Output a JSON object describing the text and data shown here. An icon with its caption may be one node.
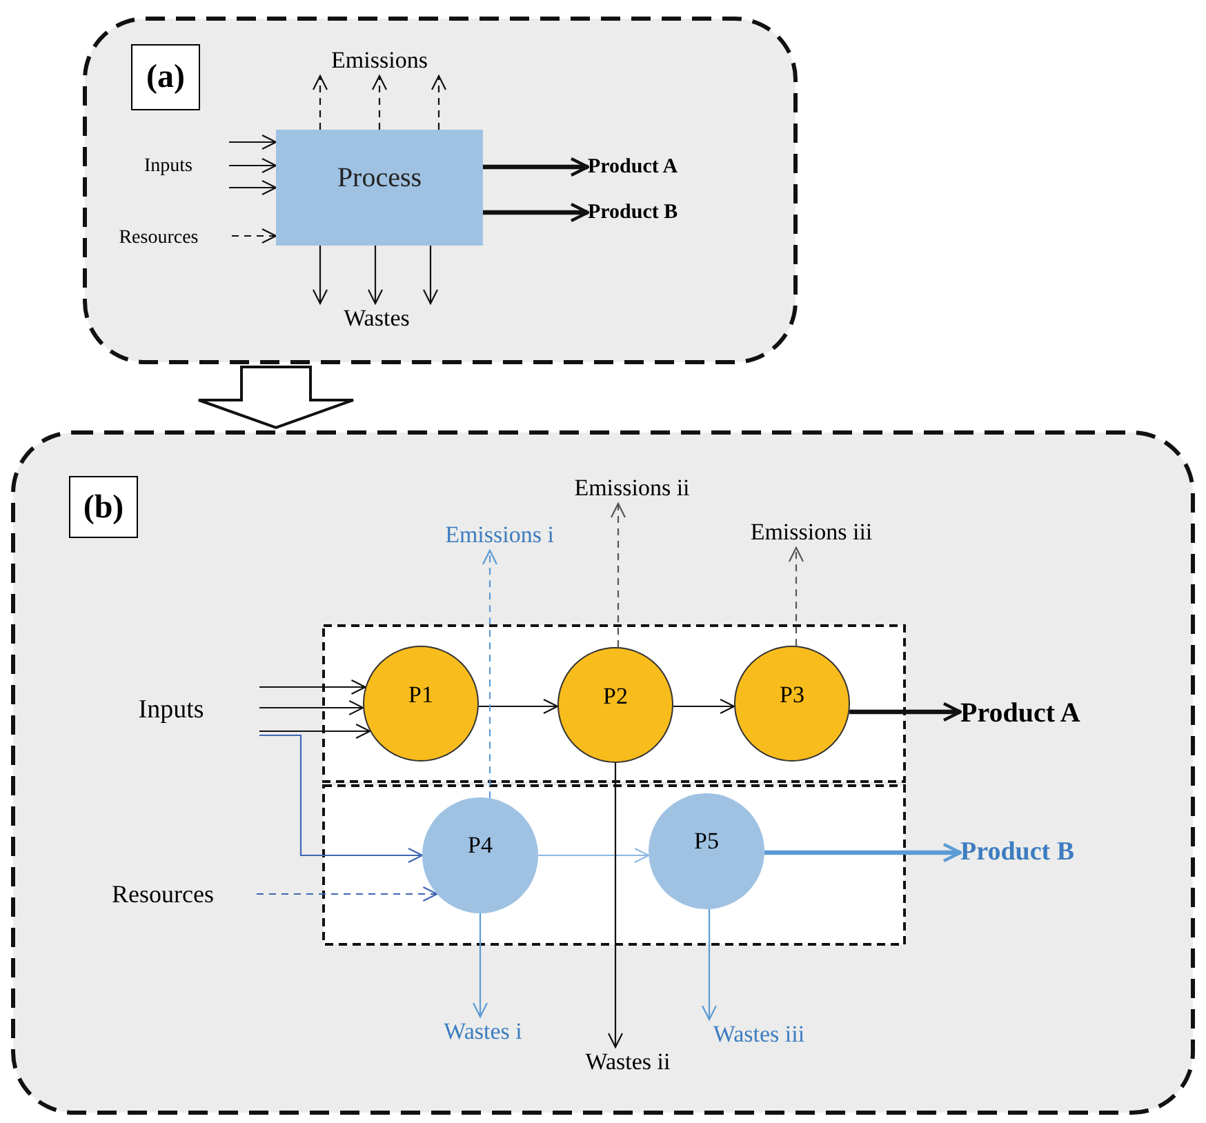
{
  "diagram": {
    "nodes": [
      {
        "text": [],
        "shape": "box"
      },
      {
        "text": [
          "(a)"
        ],
        "in": 0
      },
      {
        "text": [
          "Inputs"
        ],
        "in": 0
      },
      {
        "text": [
          "Resources"
        ],
        "in": 0
      },
      {
        "text": [
          "Process"
        ],
        "in": 0
      },
      {
        "text": [
          "Product A"
        ],
        "in": 0
      },
      {
        "text": [
          "Product B"
        ],
        "in": 0
      },
      {
        "text": [
          "Emissions"
        ],
        "in": 0
      },
      {
        "text": [
          "Wastes"
        ],
        "in": 0
      },
      {
        "text": [],
        "shape": "box"
      },
      {
        "text": [
          "(b)"
        ],
        "in": 9
      },
      {
        "text": [
          "Emissions i"
        ],
        "in": 9
      },
      {
        "text": [
          "Emissions ii"
        ],
        "in": 9
      },
      {
        "text": [
          "Emissions iii"
        ],
        "in": 9
      },
      {
        "text": [
          "Inputs"
        ],
        "in": 9
      },
      {
        "text": [
          "Resources"
        ],
        "in": 9
      },
      {
        "text": [],
        "shape": "box",
        "in": 9
      },
      {
        "text": [
          "P1"
        ],
        "in": 16
      },
      {
        "text": [
          "P2"
        ],
        "in": 16
      },
      {
        "text": [
          "P3"
        ],
        "in": 16
      },
      {
        "text": [],
        "shape": "box",
        "in": 9
      },
      {
        "text": [
          "P4"
        ],
        "in": 20
      },
      {
        "text": [
          "P5"
        ],
        "in": 20
      },
      {
        "text": [
          "Product A"
        ],
        "in": 9
      },
      {
        "text": [
          "Product B"
        ],
        "in": 9
      },
      {
        "text": [
          "Wastes i"
        ],
        "in": 9
      },
      {
        "text": [
          "Wastes ii"
        ],
        "in": 9
      },
      {
        "text": [
          "Wastes iii"
        ],
        "in": 9
      }
    ],
    "edges": [
      {
        "from": 2,
        "to": 4,
        "arrow": "to"
      },
      {
        "from": 2,
        "to": 4,
        "arrow": "to"
      },
      {
        "from": 2,
        "to": 4,
        "arrow": "to"
      },
      {
        "from": 3,
        "to": 4,
        "arrow": "to",
        "style": "dashed"
      },
      {
        "from": 4,
        "to": 7,
        "arrow": "to",
        "style": "dashed"
      },
      {
        "from": 4,
        "to": 7,
        "arrow": "to",
        "style": "dashed"
      },
      {
        "from": 4,
        "to": 7,
        "arrow": "to",
        "style": "dashed"
      },
      {
        "from": 4,
        "to": 8,
        "arrow": "to"
      },
      {
        "from": 4,
        "to": 8,
        "arrow": "to"
      },
      {
        "from": 4,
        "to": 8,
        "arrow": "to"
      },
      {
        "from": 4,
        "to": 5,
        "arrow": "to",
        "style": "thick"
      },
      {
        "from": 4,
        "to": 6,
        "arrow": "to",
        "style": "thick"
      },
      {
        "from": 0,
        "to": 9,
        "arrow": "to",
        "style": "thick"
      },
      {
        "from": 14,
        "to": 17,
        "arrow": "to"
      },
      {
        "from": 14,
        "to": 17,
        "arrow": "to"
      },
      {
        "from": 14,
        "to": 17,
        "arrow": "to"
      },
      {
        "from": 14,
        "to": 21,
        "arrow": "to",
        "color": "#3f66b5"
      },
      {
        "from": 15,
        "to": 21,
        "arrow": "to",
        "style": "dashed",
        "color": "#3f66b5"
      },
      {
        "from": 17,
        "to": 18,
        "arrow": "to"
      },
      {
        "from": 18,
        "to": 19,
        "arrow": "to"
      },
      {
        "from": 19,
        "to": 23,
        "arrow": "to",
        "style": "thick"
      },
      {
        "from": 21,
        "to": 11,
        "arrow": "to",
        "style": "dashed",
        "color": "#5b9bd5"
      },
      {
        "from": 18,
        "to": 12,
        "arrow": "to",
        "style": "dashed",
        "color": "#555555"
      },
      {
        "from": 19,
        "to": 13,
        "arrow": "to",
        "style": "dashed",
        "color": "#555555"
      },
      {
        "from": 21,
        "to": 22,
        "arrow": "to",
        "color": "#8bb8e3"
      },
      {
        "from": 22,
        "to": 24,
        "arrow": "to",
        "style": "thick",
        "color": "#5b9bd5"
      },
      {
        "from": 21,
        "to": 25,
        "arrow": "to",
        "color": "#5b9bd5"
      },
      {
        "from": 18,
        "to": 26,
        "arrow": "to"
      },
      {
        "from": 22,
        "to": 27,
        "arrow": "to",
        "color": "#5b9bd5"
      }
    ]
  }
}
